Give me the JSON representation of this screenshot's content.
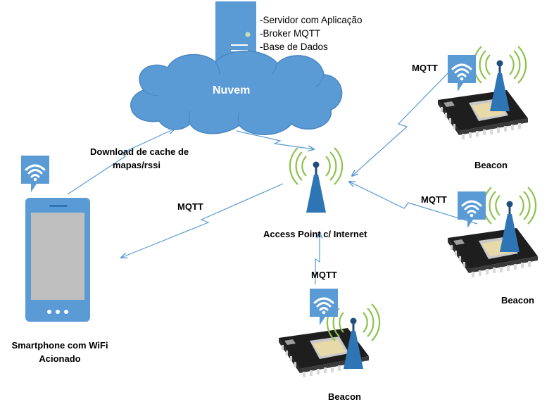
{
  "server": {
    "lines": [
      "-Servidor com Aplicação",
      "-Broker MQTT",
      "-Base de Dados"
    ]
  },
  "cloud": {
    "label": "Nuvem"
  },
  "access_point": {
    "label": "Access Point c/ Internet"
  },
  "smartphone": {
    "line1": "Smartphone com WiFi",
    "line2": "Acionado"
  },
  "links": {
    "download_line1": "Download de cache de",
    "download_line2": "mapas/rssi",
    "mqtt_phone": "MQTT",
    "mqtt_top_right": "MQTT",
    "mqtt_mid_right": "MQTT",
    "mqtt_bottom": "MQTT"
  },
  "beacons": {
    "top_right": "Beacon",
    "mid_right": "Beacon",
    "bottom": "Beacon"
  },
  "colors": {
    "blue": "#5b9bd5",
    "blue_dark": "#2e75b6",
    "green": "#8bc34a",
    "arrow": "#5b9bd5",
    "board": "#2b2b2b"
  }
}
